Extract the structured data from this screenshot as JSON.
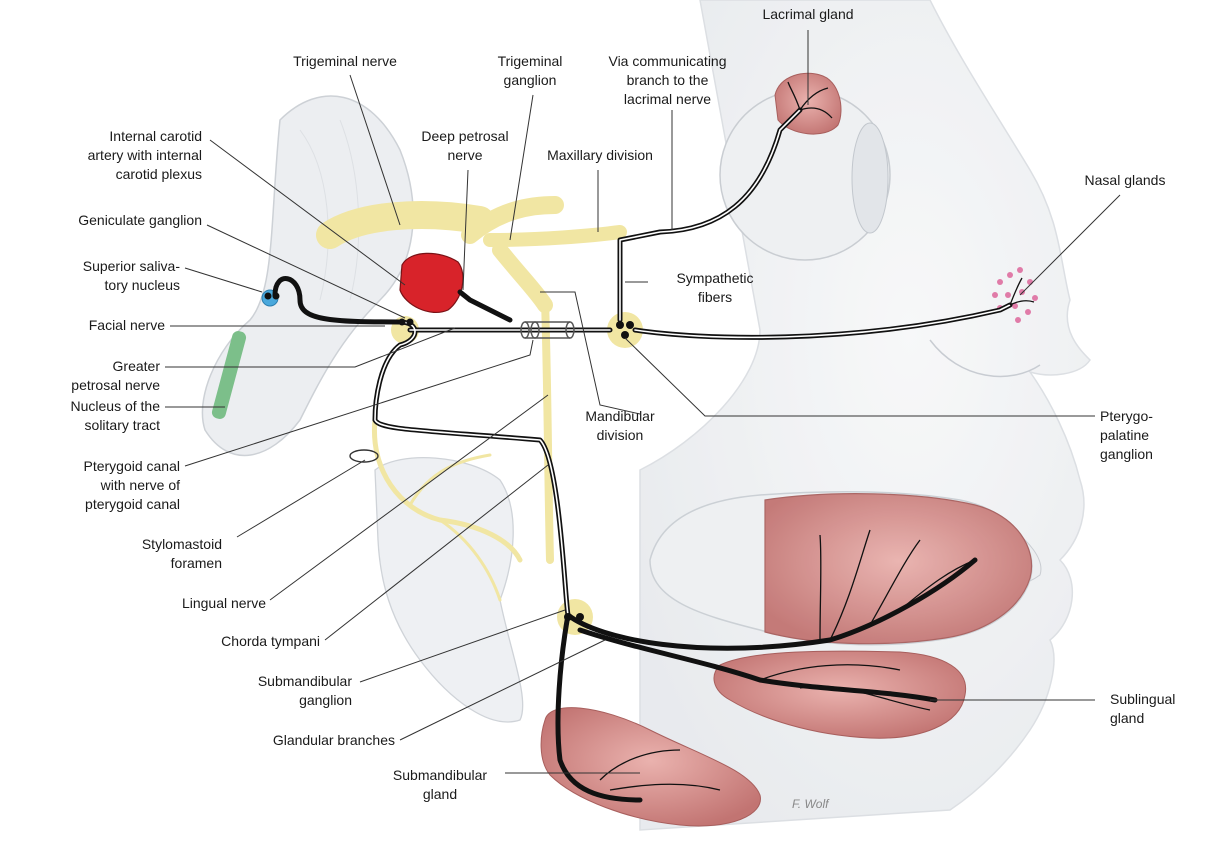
{
  "labels": {
    "lacrimal_gland": "Lacrimal gland",
    "trigeminal_nerve": "Trigeminal nerve",
    "trigeminal_ganglion": "Trigeminal\nganglion",
    "via_communicating": "Via communicating\nbranch to the\nlacrimal nerve",
    "internal_carotid": "Internal carotid\nartery with internal\ncarotid plexus",
    "deep_petrosal": "Deep petrosal\nnerve",
    "maxillary_division": "Maxillary division",
    "nasal_glands": "Nasal glands",
    "geniculate_ganglion": "Geniculate ganglion",
    "superior_salivatory": "Superior saliva-\ntory nucleus",
    "sympathetic_fibers": "Sympathetic\nfibers",
    "facial_nerve": "Facial nerve",
    "greater_petrosal": "Greater\npetrosal nerve",
    "nucleus_solitary": "Nucleus of the\nsolitary tract",
    "mandibular_division": "Mandibular\ndivision",
    "pterygopalatine": "Pterygo-\npalatine\nganglion",
    "pterygoid_canal": "Pterygoid canal\nwith nerve of\npterygoid canal",
    "stylomastoid": "Stylomastoid\nforamen",
    "lingual_nerve": "Lingual nerve",
    "chorda_tympani": "Chorda tympani",
    "submandibular_ganglion": "Submandibular\nganglion",
    "sublingual_gland": "Sublingual\ngland",
    "glandular_branches": "Glandular branches",
    "submandibular_gland": "Submandibular\ngland",
    "signature": "F. Wolf"
  },
  "colors": {
    "nerve_yellow": "#f1e6a3",
    "nerve_outline": "#111111",
    "artery_red": "#d8232a",
    "gland_pink": "#d98f8c",
    "nucleus_blue": "#4aa8dc",
    "nucleus_green": "#7cbf8a",
    "leader_line": "#333333"
  }
}
